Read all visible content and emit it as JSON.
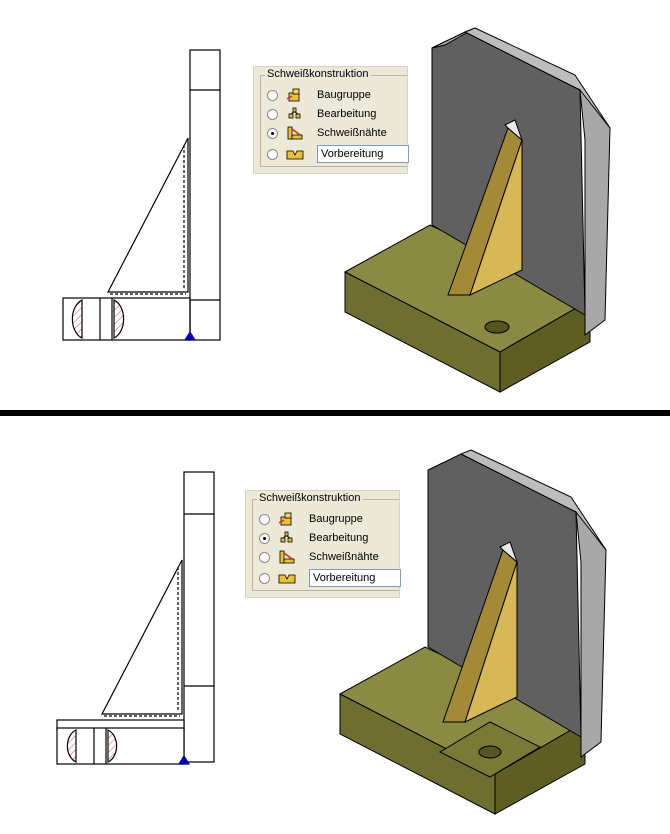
{
  "dialog": {
    "legend": "Schweißkonstruktion",
    "options": [
      {
        "label": "Baugruppe",
        "icon": "assembly-icon"
      },
      {
        "label": "Bearbeitung",
        "icon": "machining-icon"
      },
      {
        "label": "Schweißnähte",
        "icon": "weld-bead-icon"
      },
      {
        "label": "Vorbereitung",
        "icon": "preparation-icon"
      }
    ]
  },
  "top": {
    "selected": "Schweißnähte"
  },
  "bottom": {
    "selected": "Bearbeitung"
  },
  "colors": {
    "plate_top": "#8a8a44",
    "plate_side": "#5e5e24",
    "wall_face": "#606060",
    "wall_side": "#a8a8a8",
    "gusset_light": "#d6b858",
    "gusset_dark": "#a48a38",
    "weld_mark": "#0000aa",
    "section_hatch": "#cc4444"
  }
}
